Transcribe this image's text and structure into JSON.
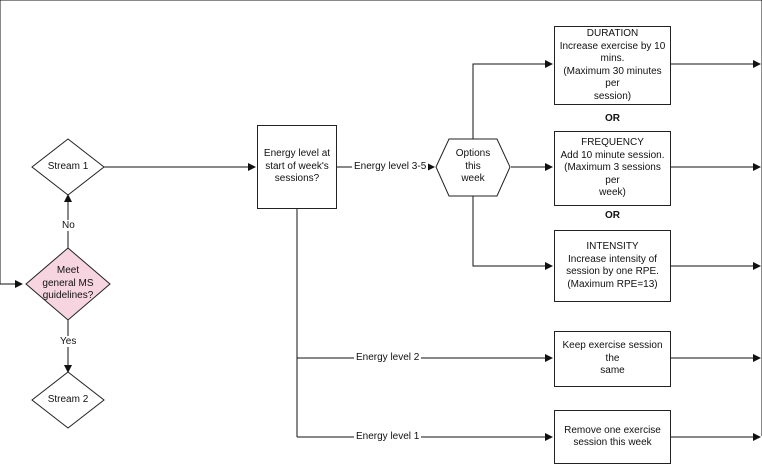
{
  "nodes": {
    "meet": "Meet\ngeneral MS\nguidelines?",
    "stream1": "Stream 1",
    "stream2": "Stream 2",
    "energy_q": "Energy level at\nstart of week's\nsessions?",
    "options": "Options this\nweek",
    "duration_title": "DURATION",
    "duration_body": "Increase  exercise by 10\nmins.\n(Maximum 30 minutes per\nsession)",
    "frequency_title": "FREQUENCY",
    "frequency_body": "Add 10 minute session.\n(Maximum 3 sessions per\nweek)",
    "intensity_title": "INTENSITY",
    "intensity_body": "Increase intensity of\nsession by one RPE.\n(Maximum RPE=13)",
    "keep": "Keep exercise session the\nsame",
    "remove": "Remove one exercise\nsession this week"
  },
  "edges": {
    "no": "No",
    "yes": "Yes",
    "energy_3_5": "Energy level 3-5",
    "energy_2": "Energy level 2",
    "energy_1": "Energy level 1"
  },
  "separators": {
    "or1": "OR",
    "or2": "OR"
  },
  "colors": {
    "decision_highlight": "#f6d5e0",
    "line": "#111111"
  }
}
